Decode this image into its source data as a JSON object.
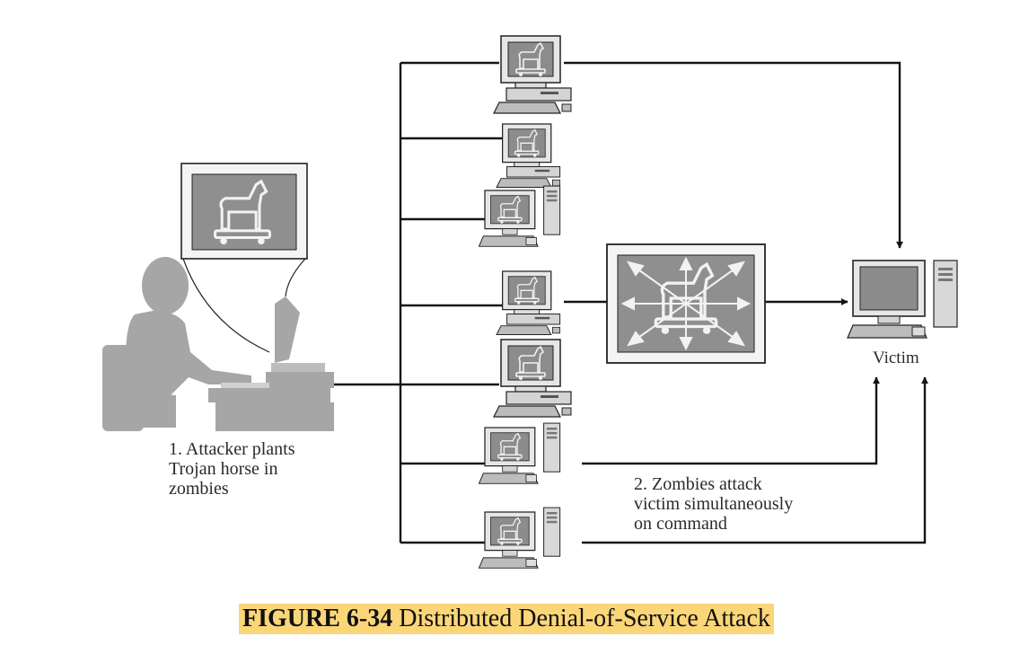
{
  "figure": {
    "number": "FIGURE 6-34",
    "title": "Distributed Denial-of-Service Attack"
  },
  "labels": {
    "attacker_step": "1.  Attacker plants\n     Trojan horse in\n     zombies",
    "zombie_step": "2.  Zombies attack\n     victim simultaneously\n     on command",
    "victim": "Victim"
  },
  "icons": {
    "attacker": "person-at-computer-icon",
    "trojan": "trojan-horse-icon",
    "zombie": "computer-icon",
    "victim": "computer-icon"
  },
  "colors": {
    "caption_highlight": "#fbd679",
    "figure_gray": "#a6a6a6",
    "line_color": "#151515"
  }
}
